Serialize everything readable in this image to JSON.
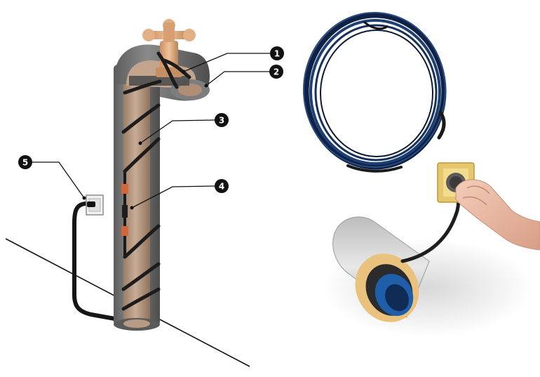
{
  "callouts": [
    {
      "id": 1,
      "label": "1"
    },
    {
      "id": 2,
      "label": "2"
    },
    {
      "id": 3,
      "label": "3"
    },
    {
      "id": 4,
      "label": "4"
    },
    {
      "id": 5,
      "label": "5"
    }
  ],
  "colors": {
    "pipe_insulation": "#6b6b6b",
    "pipe_core": "#b79a84",
    "cable": "#1f1f1f",
    "faucet": "#d9a67b",
    "coil_blue": "#16315e",
    "socket_frame": "#e7c76d",
    "callout_fill": "#111111"
  }
}
